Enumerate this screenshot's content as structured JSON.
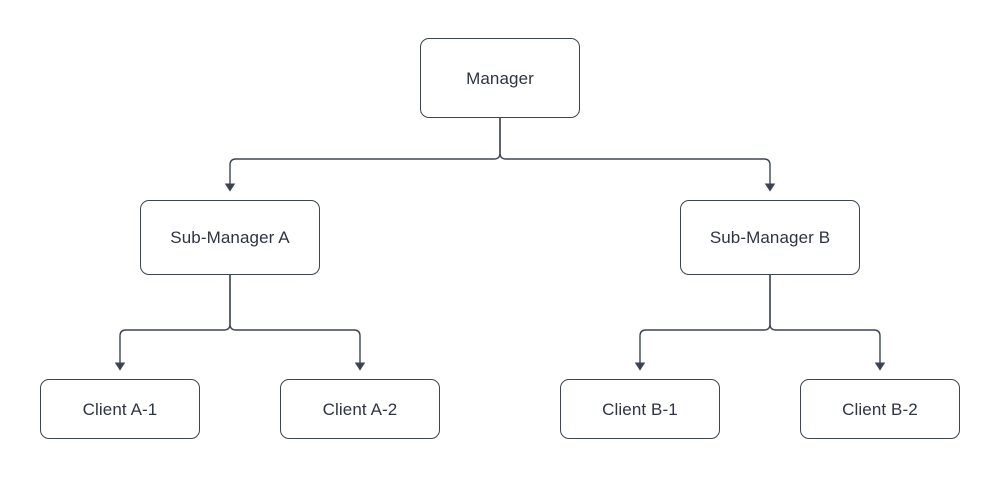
{
  "diagram": {
    "type": "organizational-hierarchy-flowchart",
    "background_color": "#ffffff",
    "stroke_color": "#3d4451",
    "text_color": "#2e3440",
    "node_fill": "#ffffff",
    "nodes": {
      "manager": {
        "label": "Manager",
        "level": 1
      },
      "submanager_a": {
        "label": "Sub-Manager A",
        "level": 2
      },
      "submanager_b": {
        "label": "Sub-Manager B",
        "level": 2
      },
      "client_a1": {
        "label": "Client A-1",
        "level": 3
      },
      "client_a2": {
        "label": "Client A-2",
        "level": 3
      },
      "client_b1": {
        "label": "Client B-1",
        "level": 3
      },
      "client_b2": {
        "label": "Client B-2",
        "level": 3
      }
    },
    "edges": [
      {
        "from": "Manager",
        "to": "Sub-Manager A",
        "arrow": "down"
      },
      {
        "from": "Manager",
        "to": "Sub-Manager B",
        "arrow": "down"
      },
      {
        "from": "Sub-Manager A",
        "to": "Client A-1",
        "arrow": "down"
      },
      {
        "from": "Sub-Manager A",
        "to": "Client A-2",
        "arrow": "down"
      },
      {
        "from": "Sub-Manager B",
        "to": "Client B-1",
        "arrow": "down"
      },
      {
        "from": "Sub-Manager B",
        "to": "Client B-2",
        "arrow": "down"
      }
    ]
  }
}
